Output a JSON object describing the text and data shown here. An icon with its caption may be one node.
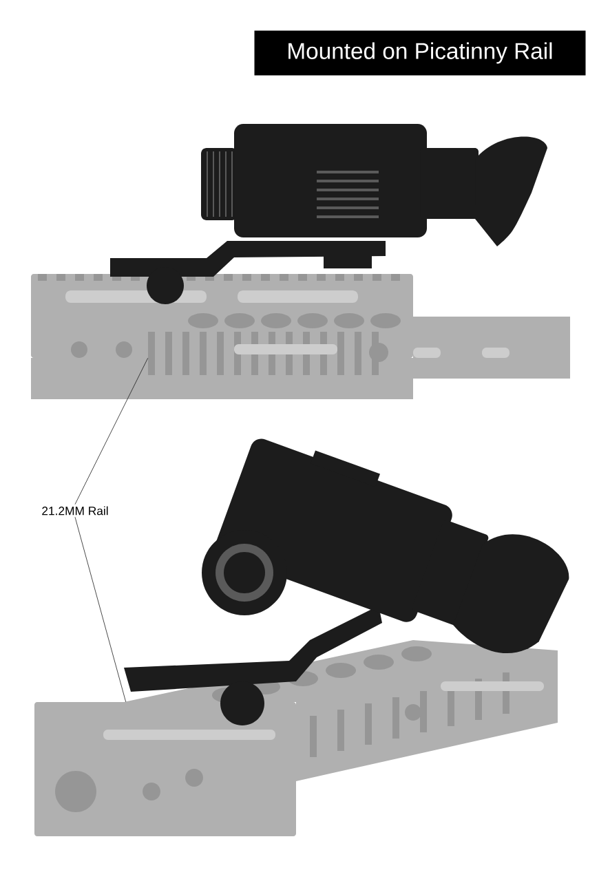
{
  "diagram": {
    "title": "Mounted on Picatinny Rail",
    "nodes": [
      {
        "text": [
          "21.2MM Rail"
        ]
      },
      {
        "text": [],
        "shape": "picture"
      },
      {
        "text": [],
        "shape": "picture"
      }
    ],
    "edges": [
      {
        "from": 0,
        "to": 1,
        "arrow": "none"
      },
      {
        "from": 0,
        "to": 2,
        "arrow": "none"
      }
    ]
  }
}
